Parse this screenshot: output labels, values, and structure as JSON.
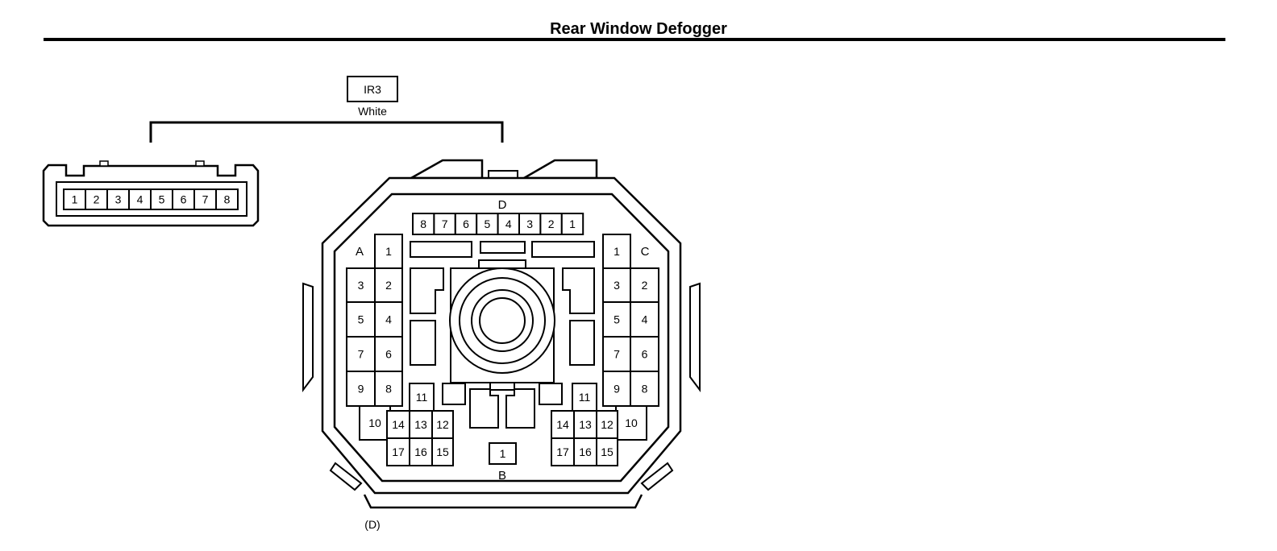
{
  "header": {
    "title": "Rear Window Defogger"
  },
  "connector_tag": {
    "code": "IR3",
    "color": "White"
  },
  "small_connector": {
    "pins": [
      "1",
      "2",
      "3",
      "4",
      "5",
      "6",
      "7",
      "8"
    ]
  },
  "round_connector": {
    "caption": "(D)",
    "section_labels": {
      "a": "A",
      "b": "B",
      "c": "C",
      "d": "D"
    },
    "d_pins": [
      "8",
      "7",
      "6",
      "5",
      "4",
      "3",
      "2",
      "1"
    ],
    "a_pins": [
      "1",
      "2",
      "3",
      "4",
      "5",
      "6",
      "7",
      "8",
      "9",
      "10",
      "11",
      "12",
      "13",
      "14",
      "15",
      "16",
      "17"
    ],
    "c_pins": [
      "1",
      "2",
      "3",
      "4",
      "5",
      "6",
      "7",
      "8",
      "9",
      "10",
      "11",
      "12",
      "13",
      "14",
      "15",
      "16",
      "17"
    ],
    "b_pins": [
      "1"
    ]
  }
}
